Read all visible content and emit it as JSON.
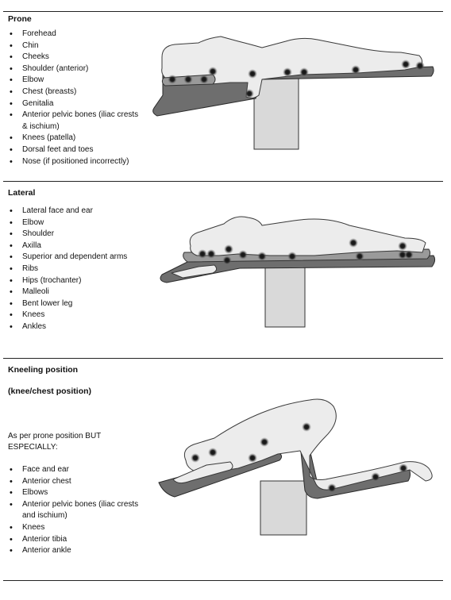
{
  "sections": [
    {
      "title": "Prone",
      "items": [
        "Forehead",
        "Chin",
        "Cheeks",
        "Shoulder (anterior)",
        "Elbow",
        "Chest (breasts)",
        "Genitalia",
        "Anterior pelvic bones (iliac crests & ischium)",
        "Knees (patella)",
        "Dorsal feet and toes",
        "Nose (if positioned incorrectly)"
      ]
    },
    {
      "title": "Lateral",
      "items": [
        "Lateral face and ear",
        "Elbow",
        "Shoulder",
        "Axilla",
        "Superior and dependent arms",
        "Ribs",
        "Hips (trochanter)",
        "Malleoli",
        "Bent lower leg",
        "Knees",
        "Ankles"
      ]
    },
    {
      "title": "Kneeling position",
      "subtitle": "(knee/chest position)",
      "intro": "As per prone position BUT ESPECIALLY:",
      "items": [
        "Face and ear",
        "Anterior chest",
        "Elbows",
        "Anterior pelvic bones (iliac crests and ischium)",
        "Knees",
        "Anterior tibia",
        "Anterior ankle"
      ]
    }
  ],
  "colors": {
    "pressure_point": "#1a1a1a",
    "table": "#6e6e6e",
    "stand": "#d9d9d9",
    "body": "#ececec"
  }
}
